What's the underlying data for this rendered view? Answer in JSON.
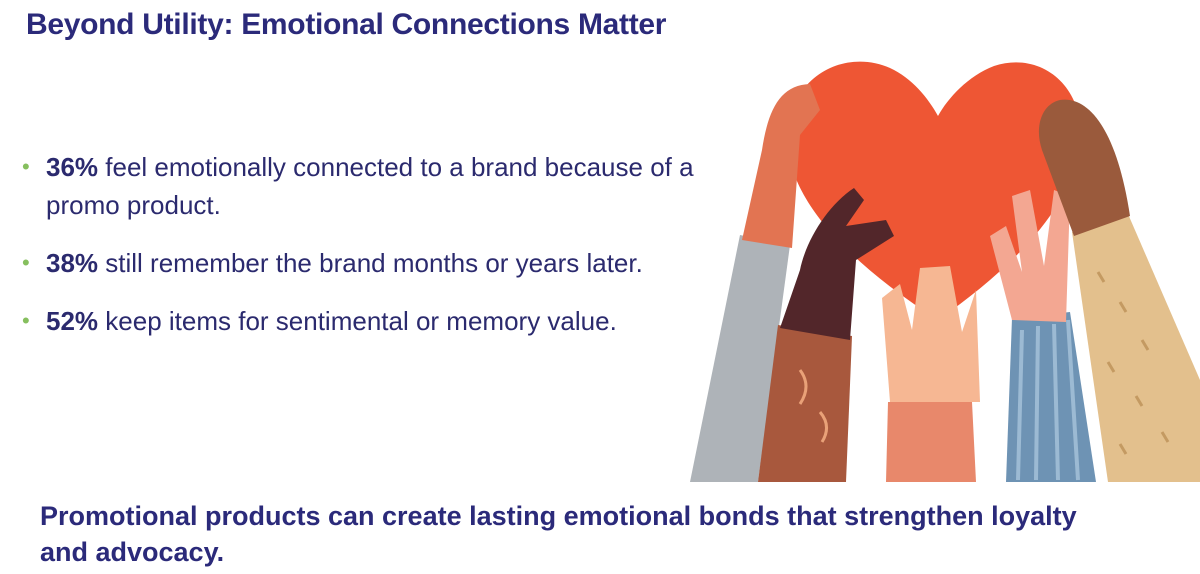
{
  "slide": {
    "title": "Beyond Utility: Emotional Connections Matter",
    "bullets": [
      {
        "stat": "36%",
        "text": " feel emotionally connected to a brand because of a promo product."
      },
      {
        "stat": "38%",
        "text": " still remember the brand months or years later."
      },
      {
        "stat": "52%",
        "text": " keep items for sentimental or memory value."
      }
    ],
    "footer": "Promotional products can create lasting emotional bonds that strengthen loyalty and advocacy."
  },
  "colors": {
    "title": "#2b2a7a",
    "body": "#2b2a6e",
    "bullet": "#86bf5e",
    "heart": "#ee5634"
  },
  "illustration": {
    "icon": "hands-holding-heart-icon"
  }
}
